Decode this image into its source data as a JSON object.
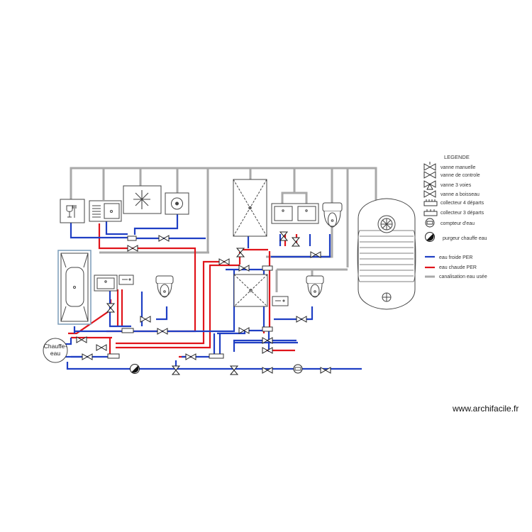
{
  "legend": {
    "title": "LEGENDE",
    "items": [
      {
        "key": "vanne_manuelle",
        "label": "vanne manuelle"
      },
      {
        "key": "vanne_controle",
        "label": "vanne de controle"
      },
      {
        "key": "vanne_3_voies",
        "label": "vanne 3 voies"
      },
      {
        "key": "vanne_boisseau",
        "label": "vanne a boisseau"
      },
      {
        "key": "collecteur_4",
        "label": "collecteur 4 départs"
      },
      {
        "key": "collecteur_3",
        "label": "collecteur 3 départs"
      },
      {
        "key": "compteur",
        "label": "compteur d'eau"
      },
      {
        "key": "purgeur",
        "label": "purgeur chauffe eau"
      },
      {
        "key": "eau_froide",
        "label": "eau froide PER"
      },
      {
        "key": "eau_chaude",
        "label": "eau chaude PER"
      },
      {
        "key": "eau_usee",
        "label": "canalisation eau usée"
      }
    ]
  },
  "heater": {
    "line1": "Chauffe-",
    "line2": "eau"
  },
  "watermark": "www.archifacile.fr",
  "colors": {
    "cold": "#1f3fc4",
    "hot": "#e0141b",
    "waste": "#a9a9a9",
    "fixture": "#555555"
  }
}
